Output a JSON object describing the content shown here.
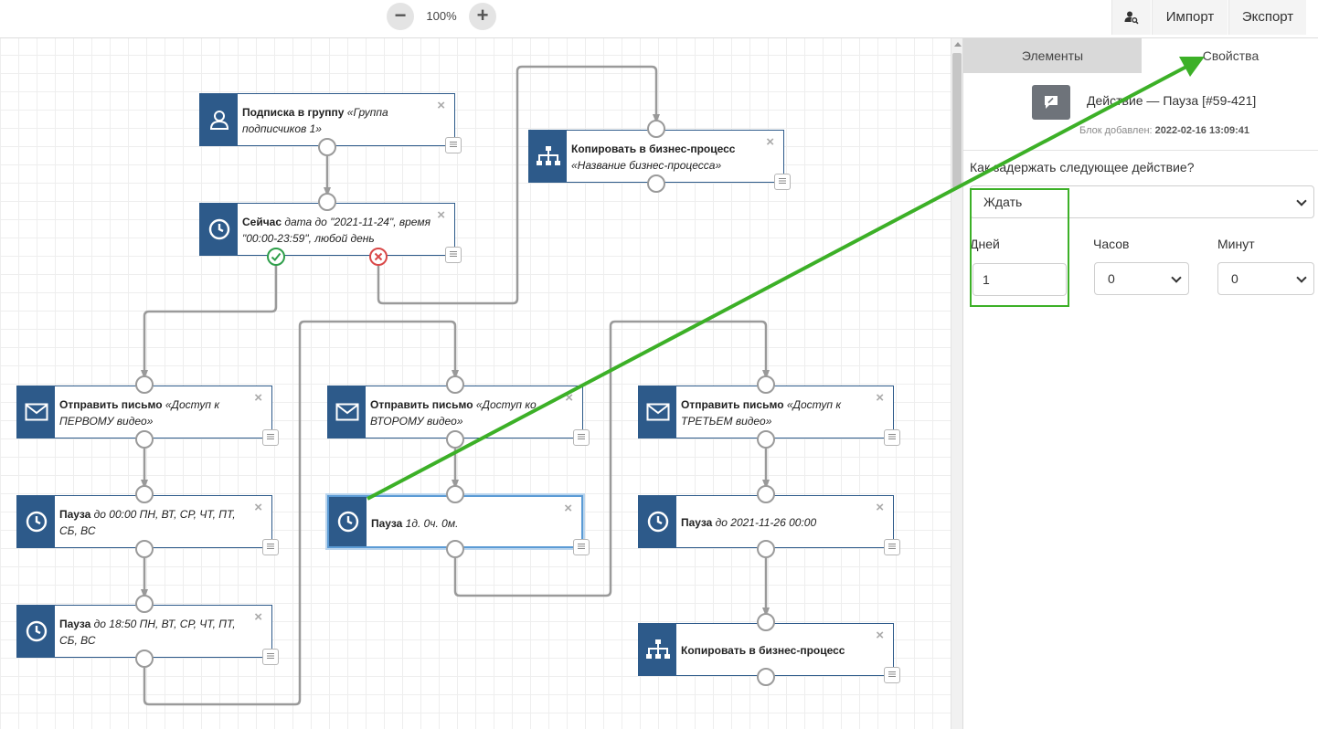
{
  "toolbar": {
    "zoom_out": "−",
    "zoom_level": "100%",
    "zoom_in": "+",
    "user_search_icon": "user-search-icon",
    "import_label": "Импорт",
    "export_label": "Экспорт"
  },
  "nodes": {
    "subscribe": {
      "title": "Подписка в группу",
      "detail": "«Группа подписчиков 1»",
      "icon": "user-icon"
    },
    "now": {
      "title": "Сейчас",
      "detail": "дата до \"2021-11-24\", время \"00:00-23:59\", любой день",
      "icon": "clock-icon"
    },
    "copy_bp_1": {
      "title": "Копировать в бизнес-процесс",
      "detail": "«Название бизнес-процесса»",
      "icon": "hierarchy-icon"
    },
    "email_1": {
      "title": "Отправить письмо",
      "detail": "«Доступ к ПЕРВОМУ видео»",
      "icon": "mail-icon"
    },
    "email_2": {
      "title": "Отправить письмо",
      "detail": "«Доступ ко ВТОРОМУ видео»",
      "icon": "mail-icon"
    },
    "email_3": {
      "title": "Отправить письмо",
      "detail": "«Доступ к ТРЕТЬЕМ видео»",
      "icon": "mail-icon"
    },
    "pause_1": {
      "title": "Пауза",
      "detail": "до 00:00 ПН, ВТ, СР, ЧТ, ПТ, СБ, ВС",
      "icon": "clock-icon"
    },
    "pause_2": {
      "title": "Пауза",
      "detail": "1д. 0ч. 0м.",
      "icon": "clock-icon"
    },
    "pause_3": {
      "title": "Пауза",
      "detail": "до 2021-11-26 00:00",
      "icon": "clock-icon"
    },
    "pause_4": {
      "title": "Пауза",
      "detail": "до 18:50 ПН, ВТ, СР, ЧТ, ПТ, СБ, ВС",
      "icon": "clock-icon"
    },
    "copy_bp_2": {
      "title": "Копировать в бизнес-процесс",
      "detail": "",
      "icon": "hierarchy-icon"
    }
  },
  "close_glyph": "×",
  "panel": {
    "tabs": [
      "Элементы",
      "Свойства"
    ],
    "active_tab": "Элементы",
    "action_title": "Действие — Пауза [#59-421]",
    "added_label": "Блок добавлен:",
    "added_value": "2022-02-16 13:09:41",
    "question": "Как задержать следующее действие?",
    "delay_mode": "Ждать",
    "days_label": "Дней",
    "hours_label": "Часов",
    "minutes_label": "Минут",
    "days_value": "1",
    "hours_value": "0",
    "minutes_value": "0"
  },
  "colors": {
    "node_icon_bg": "#2d5a8a",
    "annotation": "#3cb027",
    "success_port": "#2e9e4a",
    "error_port": "#d94848"
  }
}
